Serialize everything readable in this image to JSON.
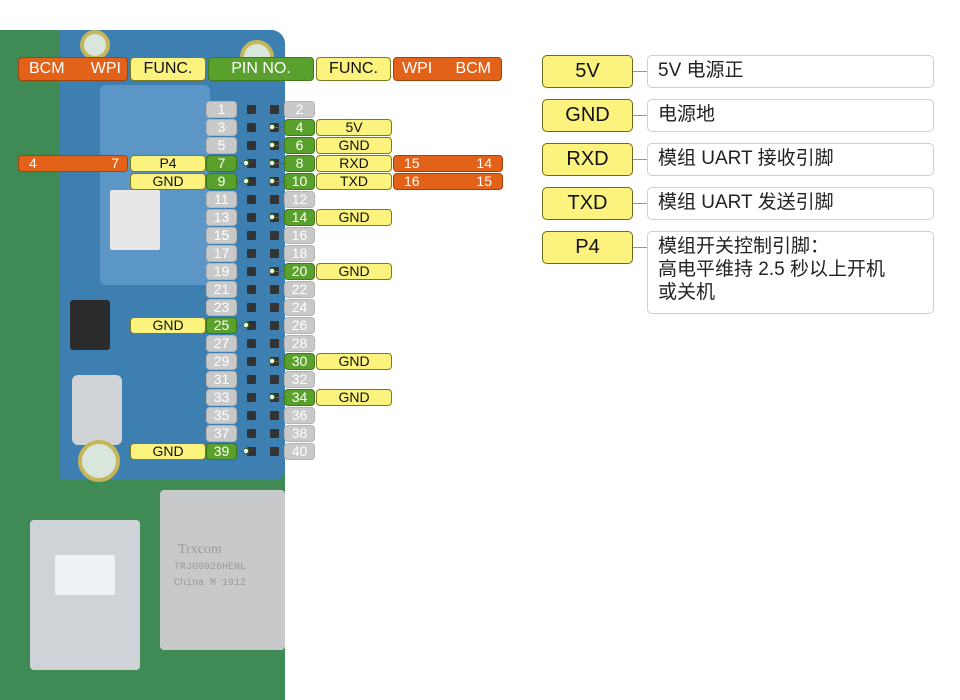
{
  "header": {
    "bcm": "BCM",
    "wpi": "WPI",
    "func_left": "FUNC.",
    "pin_no": "PIN NO.",
    "func_right": "FUNC.",
    "wpi_right": "WPI",
    "bcm_right": "BCM"
  },
  "pins": {
    "p1": "1",
    "p2": "2",
    "p3": "3",
    "p4": "4",
    "p5": "5",
    "p6": "6",
    "p7": "7",
    "p8": "8",
    "p9": "9",
    "p10": "10",
    "p11": "11",
    "p12": "12",
    "p13": "13",
    "p14": "14",
    "p15": "15",
    "p16": "16",
    "p17": "17",
    "p18": "18",
    "p19": "19",
    "p20": "20",
    "p21": "21",
    "p22": "22",
    "p23": "23",
    "p24": "24",
    "p25": "25",
    "p26": "26",
    "p27": "27",
    "p28": "28",
    "p29": "29",
    "p30": "30",
    "p31": "31",
    "p32": "32",
    "p33": "33",
    "p34": "34",
    "p35": "35",
    "p36": "36",
    "p37": "37",
    "p38": "38",
    "p39": "39",
    "p40": "40"
  },
  "functions": {
    "pin4": "5V",
    "pin6": "GND",
    "pin7": "P4",
    "pin8": "RXD",
    "pin9": "GND",
    "pin10": "TXD",
    "pin14": "GND",
    "pin20": "GND",
    "pin25": "GND",
    "pin30": "GND",
    "pin34": "GND",
    "pin39": "GND"
  },
  "gpio_numbers": {
    "pin7_bcm": "4",
    "pin7_wpi": "7",
    "pin8_wpi": "15",
    "pin8_bcm": "14",
    "pin10_wpi": "16",
    "pin10_bcm": "15"
  },
  "legend": [
    {
      "key": "5V",
      "desc": "5V 电源正"
    },
    {
      "key": "GND",
      "desc": "电源地"
    },
    {
      "key": "RXD",
      "desc": "模组 UART 接收引脚"
    },
    {
      "key": "TXD",
      "desc": "模组 UART 发送引脚"
    },
    {
      "key": "P4",
      "desc": "模组开关控制引脚：\n高电平维持 2.5 秒以上开机\n或关机"
    }
  ],
  "board_text": {
    "rj45_brand": "Trxcom",
    "rj45_model": "TRJG0926HENL",
    "rj45_origin": "China M 1912"
  },
  "colors": {
    "gpio_orange": "#e2621a",
    "func_yellow": "#fbf37e",
    "power_green": "#5aa02c",
    "pin_gray": "#c9c9c9"
  }
}
